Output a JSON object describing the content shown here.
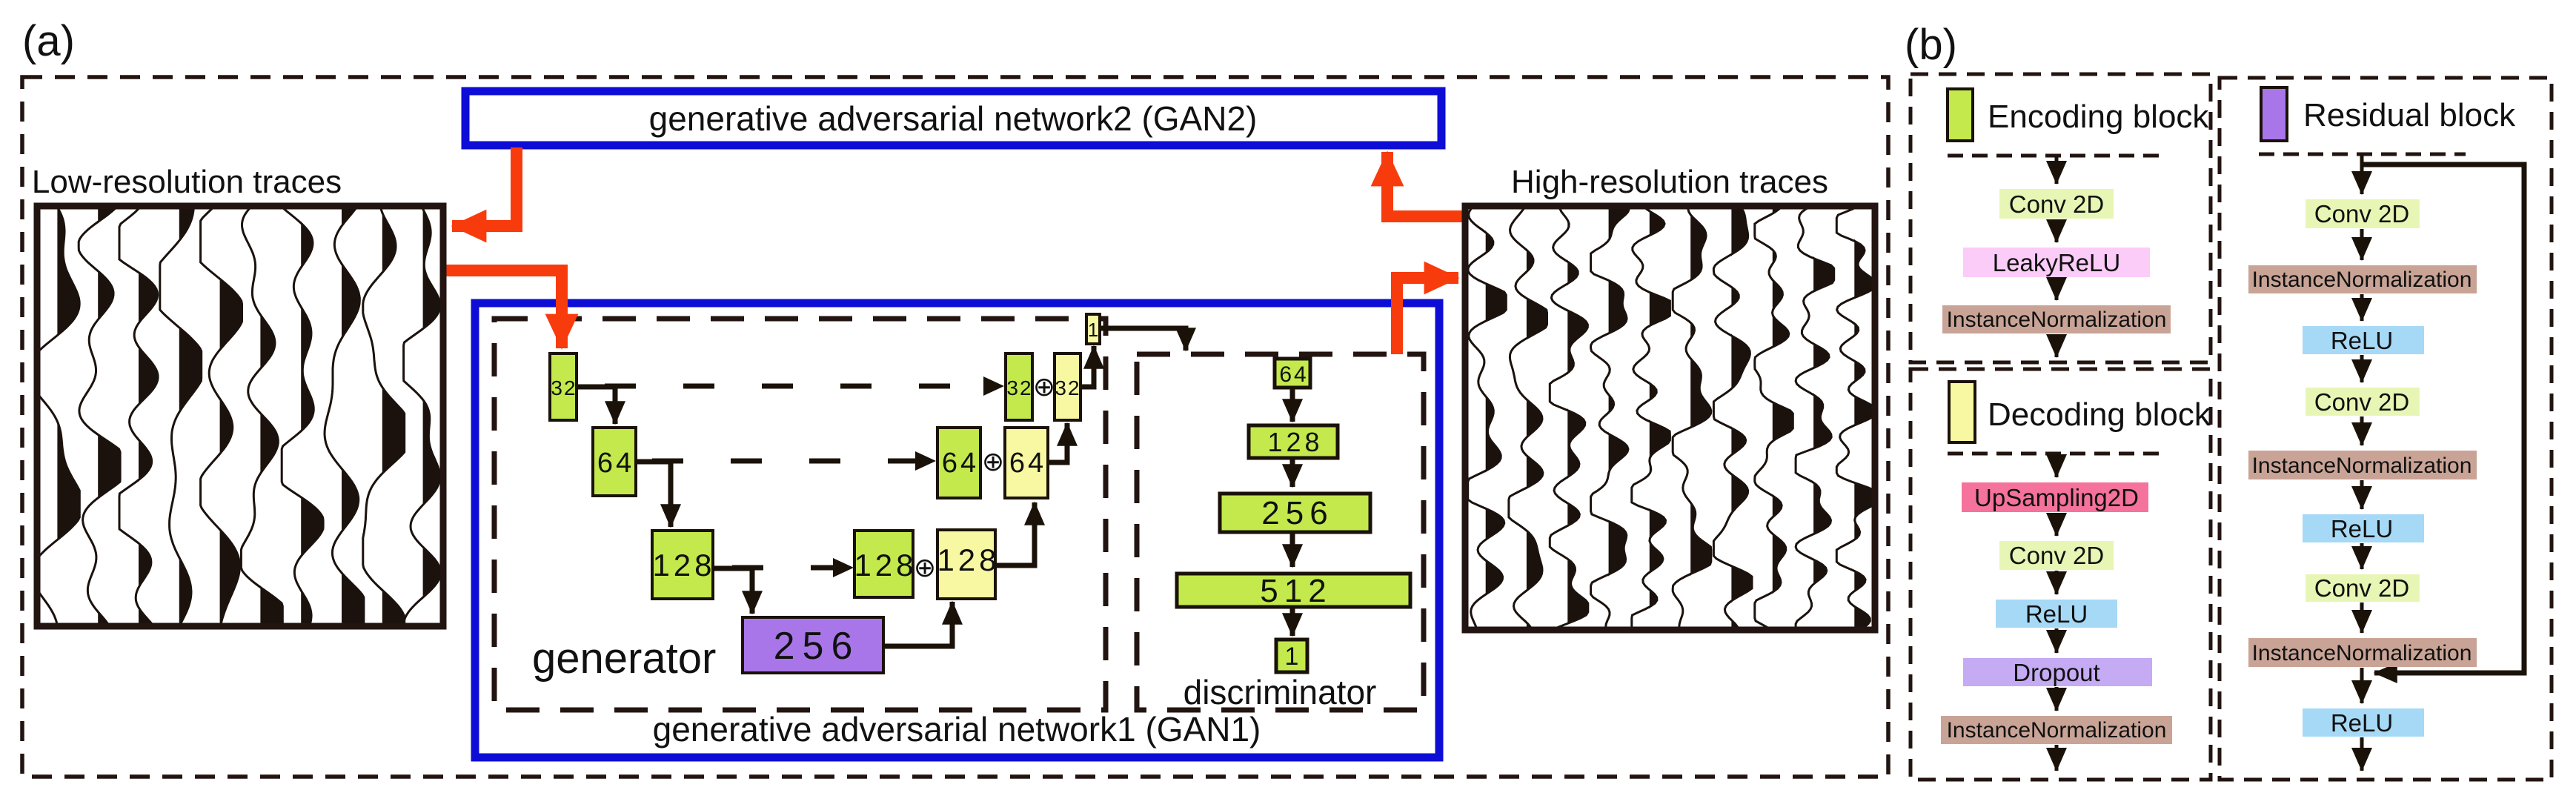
{
  "panel_a": {
    "label": "(a)",
    "gan2_label": "generative adversarial network2 (GAN2)",
    "gan1_label": "generative adversarial network1 (GAN1)",
    "low_res_label": "Low-resolution traces",
    "high_res_label": "High-resolution traces",
    "generator_label": "generator",
    "discriminator_label": "discriminator",
    "unet": {
      "encoder": [
        "32",
        "64",
        "128"
      ],
      "bottleneck": "256",
      "decoder_pairs": [
        [
          "128",
          "128"
        ],
        [
          "64",
          "64"
        ],
        [
          "32",
          "32"
        ]
      ],
      "concat_symbol": "⊕",
      "output": "1"
    },
    "discriminator_layers": [
      "64",
      "128",
      "256",
      "512",
      "1"
    ]
  },
  "panel_b": {
    "label": "(b)",
    "encoding": {
      "title": "Encoding block",
      "steps": [
        "Conv 2D",
        "LeakyReLU",
        "InstanceNormalization"
      ]
    },
    "decoding": {
      "title": "Decoding block",
      "steps": [
        "UpSampling2D",
        "Conv 2D",
        "ReLU",
        "Dropout",
        "InstanceNormalization"
      ]
    },
    "residual": {
      "title": "Residual block",
      "steps": [
        "Conv 2D",
        "InstanceNormalization",
        "ReLU",
        "Conv 2D",
        "InstanceNormalization",
        "ReLU",
        "Conv 2D",
        "InstanceNormalization",
        "ReLU"
      ]
    }
  },
  "colors": {
    "blue_border": "#0d0dd6",
    "red_arrow": "#f83b0d",
    "dash_dark": "#221410",
    "green_box": "#c3e94c",
    "yellow_box": "#f8f8a2",
    "purple_box": "#a876e9",
    "conv_green": "#e7f6b4",
    "leaky_pink": "#fcccf8",
    "instnorm_tan": "#c9a496",
    "upsample_pink": "#f5729c",
    "relu_blue": "#a6d9f6",
    "dropout_purple": "#c5aaf4",
    "trace_ink": "#1b120d"
  }
}
